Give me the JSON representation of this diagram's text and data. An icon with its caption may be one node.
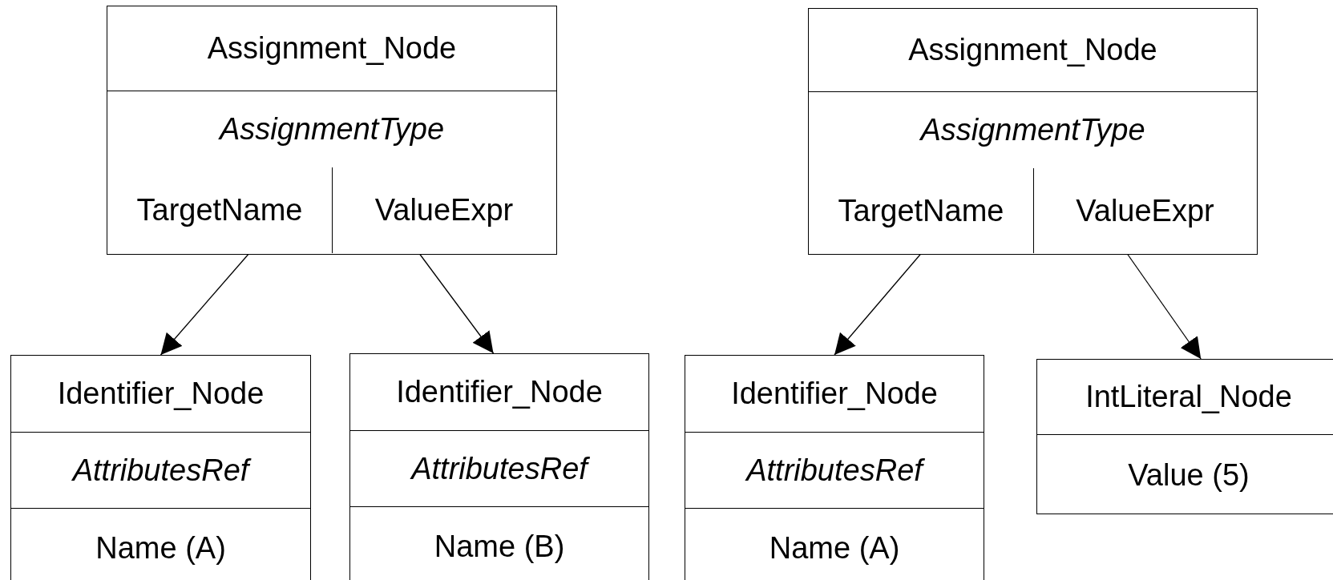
{
  "diagram": {
    "nodes": [
      {
        "text": [
          "Assignment_Node",
          "AssignmentType"
        ]
      },
      {
        "text": [
          "TargetName"
        ],
        "in": 0
      },
      {
        "text": [
          "ValueExpr"
        ],
        "in": 0
      },
      {
        "text": [
          "Identifier_Node",
          "AttributesRef",
          "Name (A)"
        ]
      },
      {
        "text": [
          "Identifier_Node",
          "AttributesRef",
          "Name (B)"
        ]
      },
      {
        "text": [
          "Assignment_Node",
          "AssignmentType"
        ]
      },
      {
        "text": [
          "TargetName"
        ],
        "in": 5
      },
      {
        "text": [
          "ValueExpr"
        ],
        "in": 5
      },
      {
        "text": [
          "Identifier_Node",
          "AttributesRef",
          "Name (A)"
        ]
      },
      {
        "text": [
          "IntLiteral_Node",
          "Value (5)"
        ]
      }
    ],
    "edges": [
      {
        "from": 1,
        "to": 3,
        "arrow": "to"
      },
      {
        "from": 2,
        "to": 4,
        "arrow": "to"
      },
      {
        "from": 6,
        "to": 8,
        "arrow": "to"
      },
      {
        "from": 7,
        "to": 9,
        "arrow": "to"
      }
    ]
  }
}
